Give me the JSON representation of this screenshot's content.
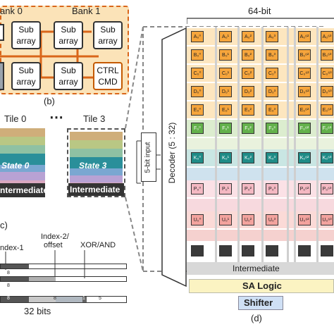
{
  "panel_b": {
    "bank0": "ank 0",
    "bank1": "Bank 1",
    "subarrays": [
      {
        "line1": "Sub",
        "line2": "array"
      },
      {
        "line1": "Sub",
        "line2": "array"
      },
      {
        "line1": "Sub",
        "line2": "array"
      },
      {
        "line1": "Sub",
        "line2": "array"
      },
      {
        "line1": "Sub",
        "line2": "array"
      }
    ],
    "ctrl": {
      "line1": "CTRL",
      "line2": "CMD"
    },
    "caption": "(b)"
  },
  "panel_c": {
    "tile0": "Tile 0",
    "dots": "⋯",
    "tile3": "Tile 3",
    "state0": "State 0",
    "state3": "State 3",
    "intermediate_left": "ntermediate",
    "intermediate_right": "Intermediate",
    "caption": "c)",
    "index1": "ndex-1",
    "index2": "Index-2/",
    "offset": "offset",
    "xorand": "XOR/AND",
    "bits": "32 bits",
    "bit_numbers": [
      "8",
      "8",
      "8",
      "8",
      "1",
      "5"
    ]
  },
  "panel_d": {
    "width_label": "64-bit",
    "input_label": "5-bit input",
    "decoder_label": "Decoder (5 : 32)",
    "intermediate": "Intermediate",
    "sa_logic": "SA Logic",
    "shifter": "Shifter",
    "caption": "(d)",
    "rows": [
      {
        "labels": [
          "A₀⁰",
          "A₀¹",
          "A₀²",
          "A₀³",
          "A₀⁶²",
          "A₀⁶³"
        ]
      },
      {
        "labels": [
          "B₀⁰",
          "B₀¹",
          "B₀²",
          "B₀³",
          "B₀⁶²",
          "B₀⁶³"
        ]
      },
      {
        "labels": [
          "C₀⁰",
          "C₀¹",
          "C₀²",
          "C₀³",
          "C₀⁶²",
          "C₀⁶³"
        ]
      },
      {
        "labels": [
          "D₀⁰",
          "D₀¹",
          "D₀²",
          "D₀³",
          "D₀⁶²",
          "D₀⁶³"
        ]
      },
      {
        "labels": [
          "E₀⁰",
          "E₀¹",
          "E₀²",
          "E₀³",
          "E₀⁶²",
          "E₀⁶³"
        ]
      },
      {
        "labels": [
          "F₀⁰",
          "F₀¹",
          "F₀²",
          "F₀³",
          "F₀⁶²",
          "F₀⁶³"
        ]
      },
      {
        "labels": [
          "K₀⁰",
          "K₀¹",
          "K₀²",
          "K₀³",
          "K₀⁶²",
          "K₀⁶³"
        ]
      },
      {
        "labels": [
          "P₀⁰",
          "P₀¹",
          "P₀²",
          "P₀³",
          "P₀⁶²",
          "P₀⁶³"
        ]
      },
      {
        "labels": [
          "U₀⁰",
          "U₀¹",
          "U₀²",
          "U₀³",
          "U₀⁶²",
          "U₀⁶³"
        ]
      }
    ]
  },
  "colors": {
    "bank_bg": "#fbe3b8",
    "bus": "#d9661a",
    "cell_orange": "#f6a53c",
    "cell_green": "#63b14b",
    "cell_teal": "#1f8c87",
    "cell_pink": "#f4b8c2",
    "cell_red": "#f3a39e",
    "cell_dark": "#3a3a3a",
    "sa_logic": "#fbf3c2",
    "shifter": "#cfe0f5"
  }
}
